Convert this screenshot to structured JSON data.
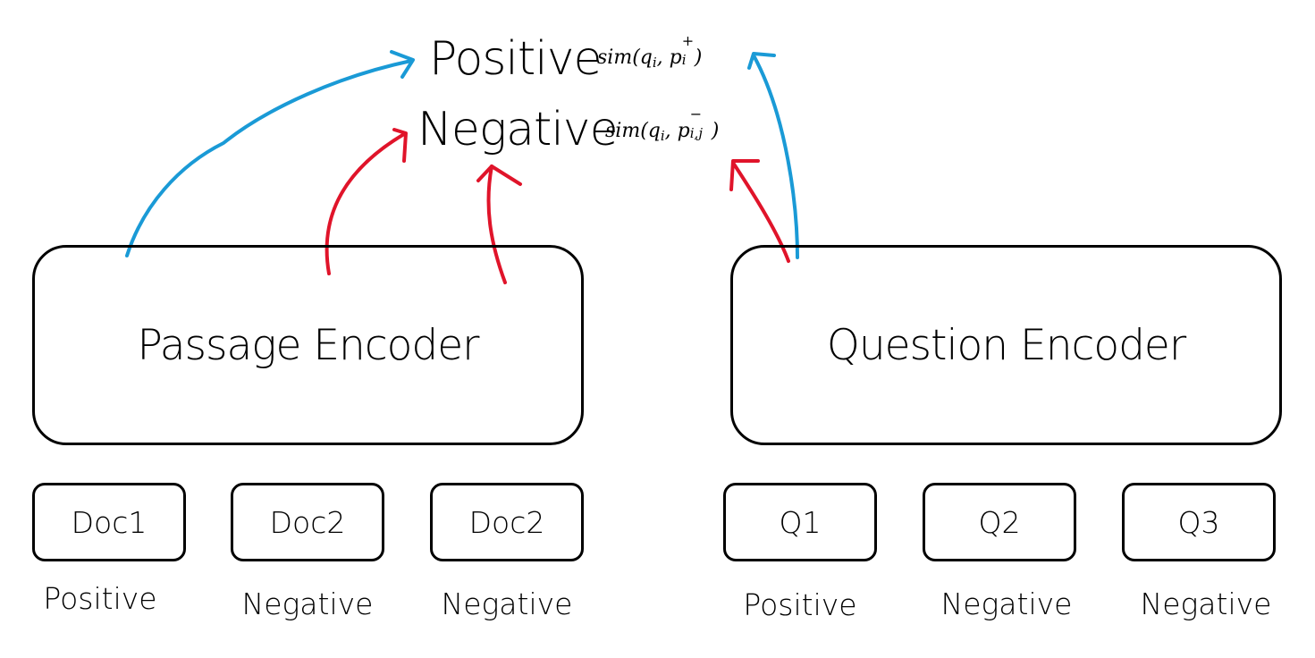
{
  "top": {
    "positive_label": "Positive",
    "negative_label": "Negative",
    "positive_formula": {
      "pre": "sim(q",
      "q_sub": "i",
      "mid": ", p",
      "p_sub": "i",
      "p_sup": "+",
      "post": ")"
    },
    "negative_formula": {
      "pre": "sim(q",
      "q_sub": "i",
      "mid": ", p",
      "p_sub": "i,j",
      "p_sup": "−",
      "post": ")"
    }
  },
  "encoders": {
    "passage": "Passage Encoder",
    "question": "Question Encoder"
  },
  "passage_items": [
    {
      "box": "Doc1",
      "label": "Positive"
    },
    {
      "box": "Doc2",
      "label": "Negative"
    },
    {
      "box": "Doc2",
      "label": "Negative"
    }
  ],
  "question_items": [
    {
      "box": "Q1",
      "label": "Positive"
    },
    {
      "box": "Q2",
      "label": "Negative"
    },
    {
      "box": "Q3",
      "label": "Negative"
    }
  ],
  "colors": {
    "positive_arrow": "#1a9ad6",
    "negative_arrow": "#e0142a"
  }
}
